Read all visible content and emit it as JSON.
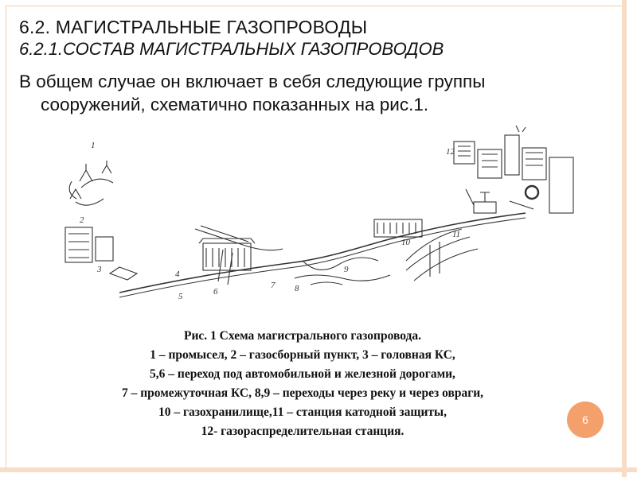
{
  "slide": {
    "heading": "6.2.  МАГИСТРАЛЬНЫЕ ГАЗОПРОВОДЫ",
    "subheading": "6.2.1.СОСТАВ МАГИСТРАЛЬНЫХ ГАЗОПРОВОДОВ",
    "paragraph_line1": "В общем случае он включает в себя следующие группы",
    "paragraph_line2": "сооружений, схематично показанных на рис.1.",
    "caption": [
      "Рис. 1 Схема магистрального газопровода.",
      "1 – промысел, 2 – газосборный пункт, 3 – головная КС,",
      "5,6 – переход под автомобильной и железной дорогами,",
      "7 – промежуточная КС, 8,9 – переходы через реку и через овраги,",
      "10 – газохранилище,11 – станция катодной защиты,",
      "12- газораспределительная станция."
    ],
    "page_number": "6"
  },
  "figure": {
    "labels": [
      "1",
      "2",
      "3",
      "4",
      "5",
      "6",
      "7",
      "8",
      "9",
      "10",
      "11",
      "12"
    ]
  },
  "colors": {
    "accent": "#f3a06c",
    "frame": "#f2c9a8",
    "rail": "#f7dcc6",
    "sketch": "#333333"
  }
}
